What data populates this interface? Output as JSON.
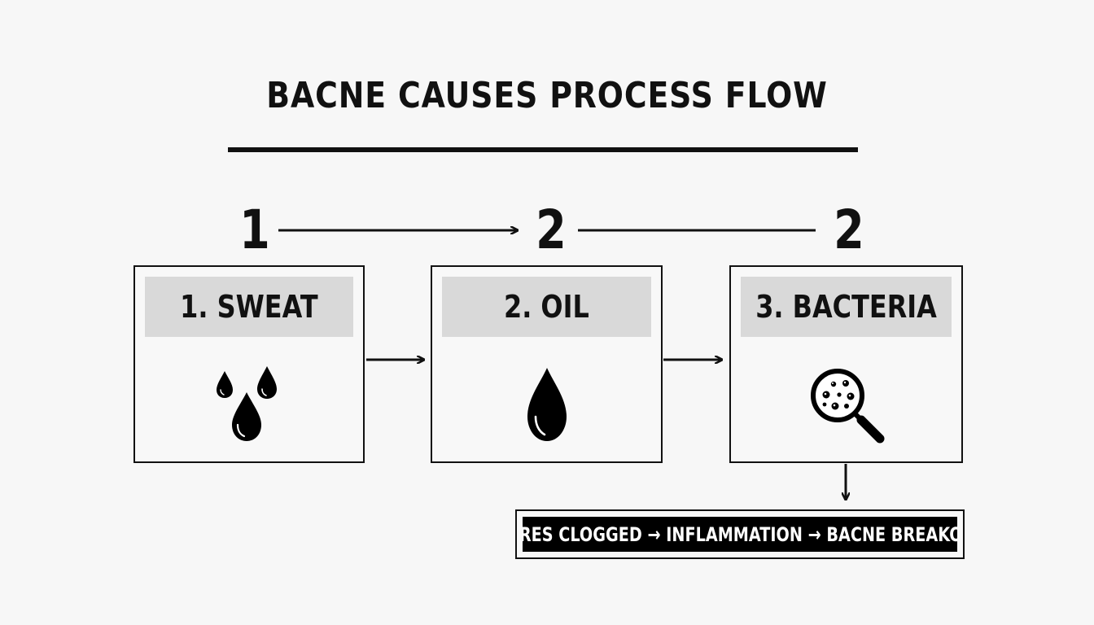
{
  "title": "BACNE CAUSES PROCESS FLOW",
  "step_numbers": [
    "1",
    "2",
    "2"
  ],
  "steps": [
    {
      "label": "1. SWEAT",
      "icon": "sweat-drops-icon"
    },
    {
      "label": "2. OIL",
      "icon": "oil-drop-icon"
    },
    {
      "label": "3. BACTERIA",
      "icon": "magnifier-bacteria-icon"
    }
  ],
  "outcome": "PORES CLOGGED → INFLAMMATION → BACNE BREAKOUT",
  "colors": {
    "background": "#f7f7f7",
    "ink": "#111111",
    "header_fill": "#d9d9d9",
    "outcome_fill": "#000000"
  }
}
